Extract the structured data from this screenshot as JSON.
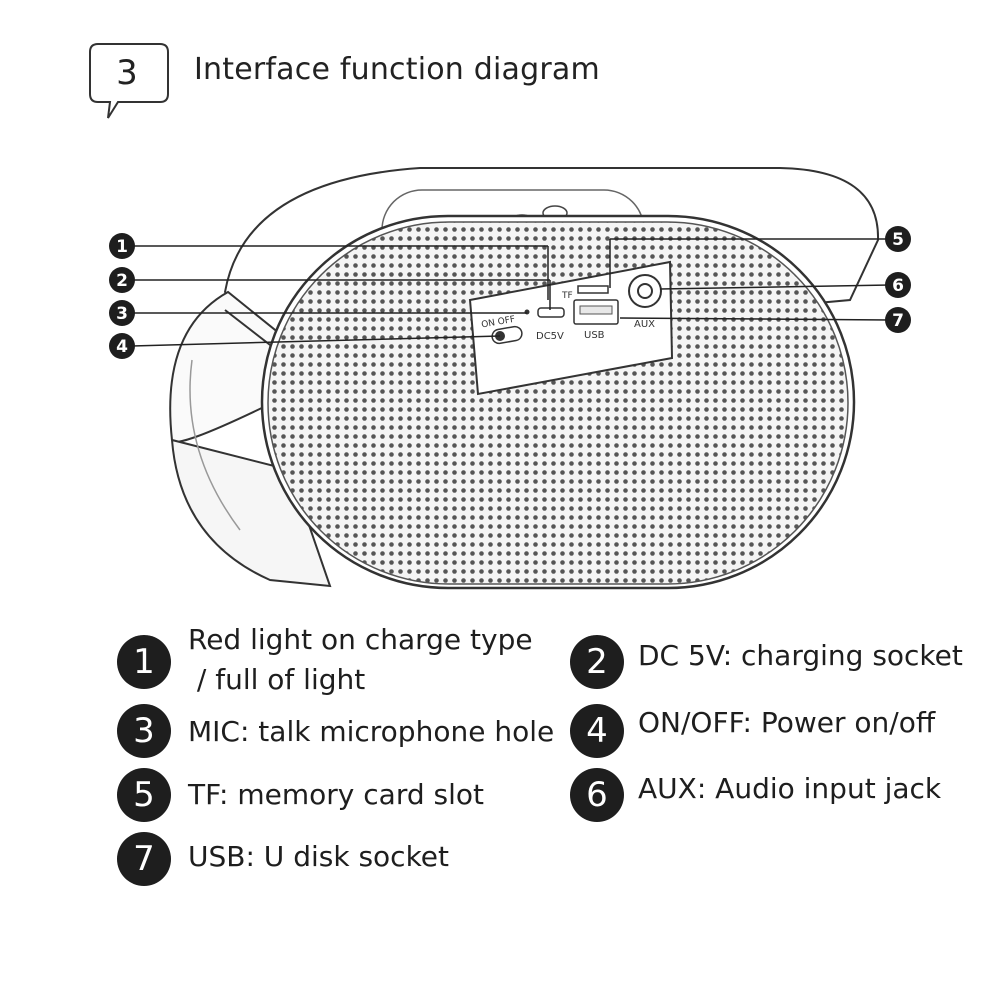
{
  "header": {
    "badge_number": "3",
    "title": "Interface function diagram"
  },
  "callouts": [
    "1",
    "2",
    "3",
    "4",
    "5",
    "6",
    "7"
  ],
  "panel_labels": {
    "switch": "ON OFF",
    "dc": "DC5V",
    "usb": "USB",
    "tf": "TF",
    "aux": "AUX"
  },
  "legend": [
    {
      "number": "1",
      "line1": "Red light on charge type",
      "line2": " / full of light"
    },
    {
      "number": "2",
      "line1": "DC 5V: charging socket"
    },
    {
      "number": "3",
      "line1": "MIC: talk microphone hole"
    },
    {
      "number": "4",
      "line1": "ON/OFF: Power on/off"
    },
    {
      "number": "5",
      "line1": "TF: memory card slot"
    },
    {
      "number": "6",
      "line1": "AUX: Audio input jack"
    },
    {
      "number": "7",
      "line1": "USB: U disk socket"
    }
  ]
}
